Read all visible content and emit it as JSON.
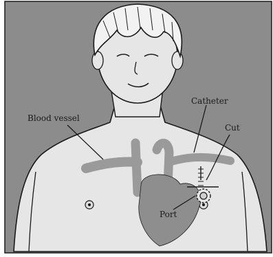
{
  "labels": {
    "blood_vessel": "Blood vessel",
    "catheter": "Catheter",
    "cut": "Cut",
    "port": "Port"
  },
  "colors": {
    "background": "#8c8c8c",
    "skin": "#e8e8e8",
    "vessel": "#9a9a9a",
    "heart": "#8e8e8e",
    "ink": "#1a1a1a"
  },
  "icons": [
    "child-figure-illustration",
    "heart-shape",
    "port-device-icon"
  ]
}
